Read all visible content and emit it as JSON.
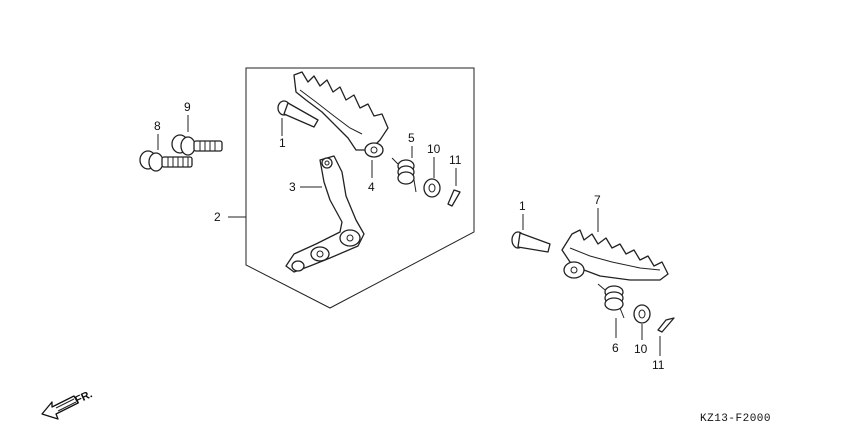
{
  "diagram": {
    "callouts": {
      "c1a": "1",
      "c1b": "1",
      "c2": "2",
      "c3": "3",
      "c4": "4",
      "c5": "5",
      "c6": "6",
      "c7": "7",
      "c8": "8",
      "c9": "9",
      "c10a": "10",
      "c10b": "10",
      "c11a": "11",
      "c11b": "11"
    },
    "front_label": "FR.",
    "figure_code": "KZ13-F2000"
  }
}
